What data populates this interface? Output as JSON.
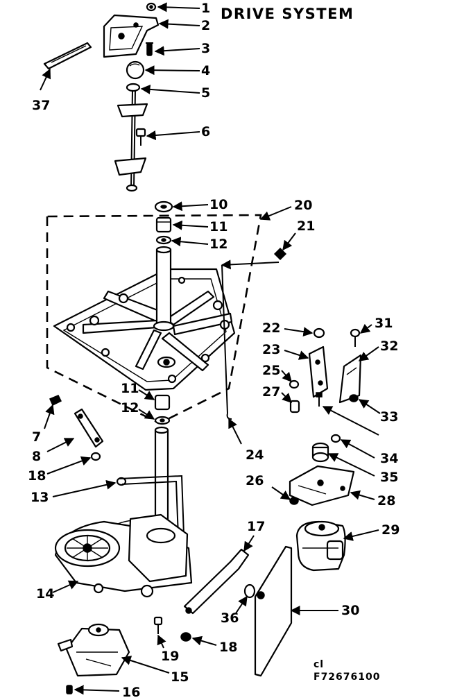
{
  "title": "DRIVE SYSTEM",
  "ref_code": "F72676100",
  "ref_prefix": "cl",
  "callouts": [
    "1",
    "2",
    "3",
    "4",
    "5",
    "6",
    "37",
    "10",
    "11",
    "12",
    "20",
    "21",
    "22",
    "23",
    "31",
    "32",
    "25",
    "27",
    "33",
    "11",
    "12",
    "7",
    "8",
    "18",
    "24",
    "34",
    "35",
    "26",
    "28",
    "13",
    "17",
    "29",
    "14",
    "36",
    "30",
    "19",
    "18",
    "15",
    "16"
  ]
}
